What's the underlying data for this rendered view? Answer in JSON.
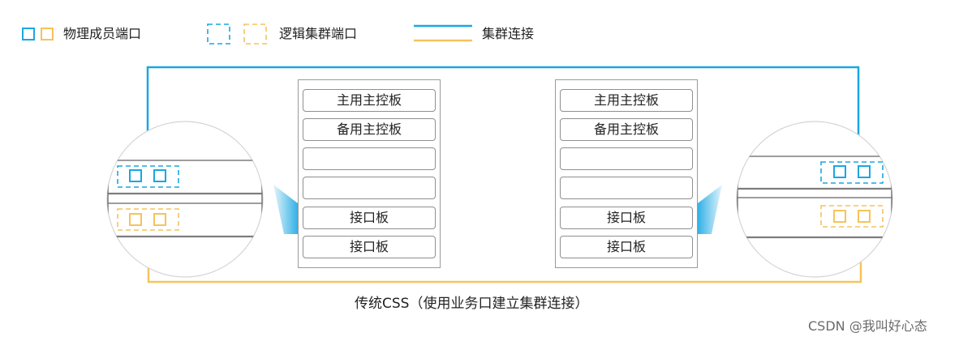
{
  "legend": {
    "physical_port_label": "物理成员端口",
    "logical_port_label": "逻辑集群端口",
    "cluster_link_label": "集群连接"
  },
  "colors": {
    "blue": "#1aa7e3",
    "yellow": "#f6c35a",
    "gray": "#8f8f8f"
  },
  "left_chassis": {
    "slots": [
      "主用主控板",
      "备用主控板",
      "",
      "",
      "接口板",
      "接口板"
    ]
  },
  "right_chassis": {
    "slots": [
      "主用主控板",
      "备用主控板",
      "",
      "",
      "接口板",
      "接口板"
    ]
  },
  "caption": "传统CSS（使用业务口建立集群连接）",
  "watermark": "CSDN @我叫好心态"
}
